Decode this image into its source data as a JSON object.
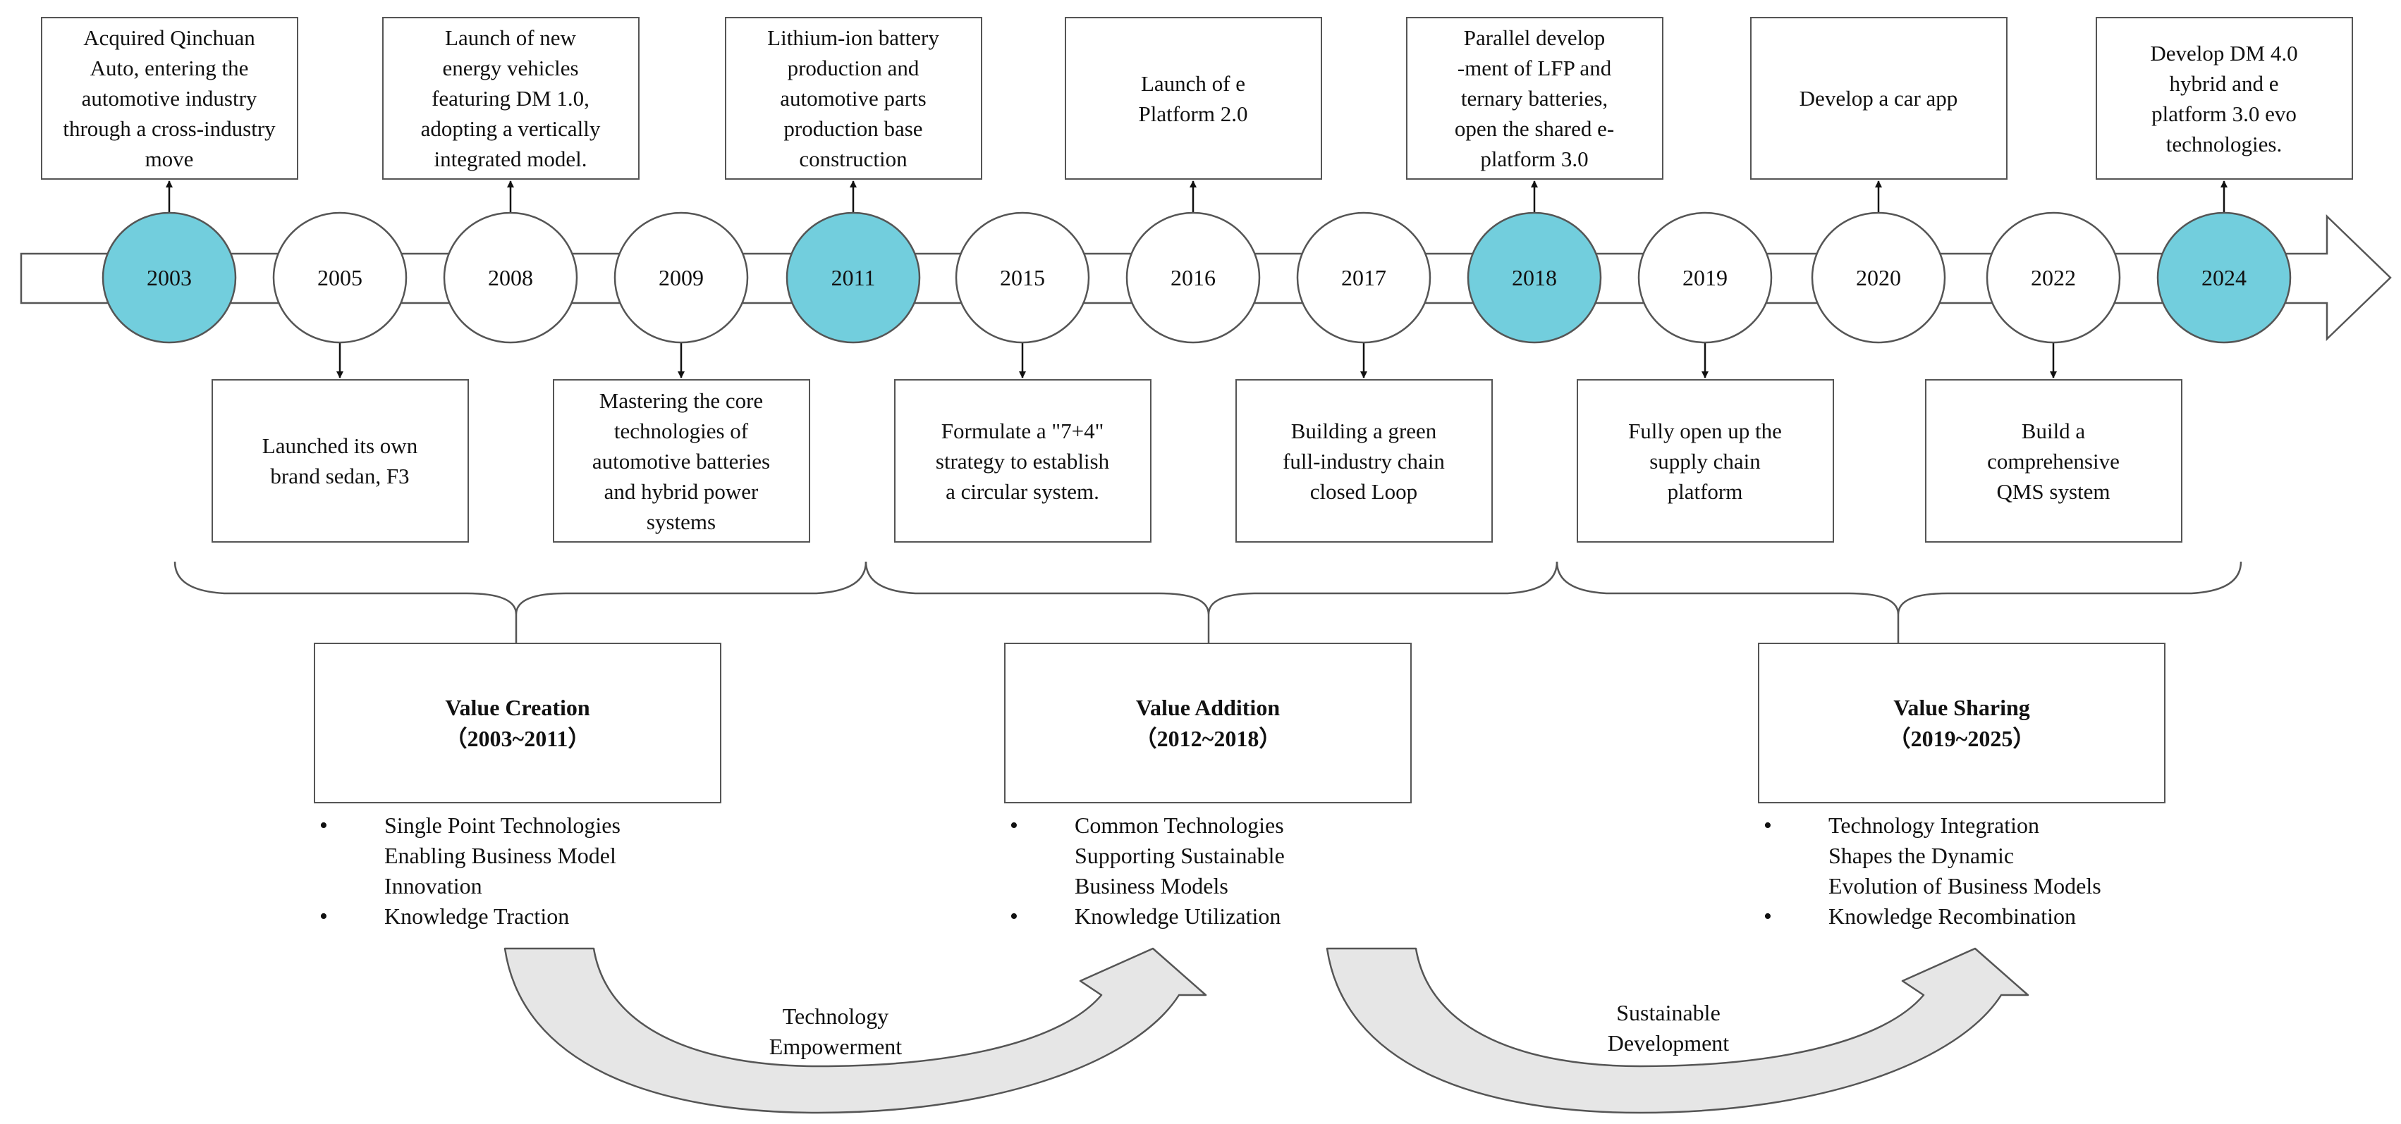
{
  "timeline": {
    "years": [
      {
        "year": "2003",
        "highlight": true
      },
      {
        "year": "2005",
        "highlight": false
      },
      {
        "year": "2008",
        "highlight": false
      },
      {
        "year": "2009",
        "highlight": false
      },
      {
        "year": "2011",
        "highlight": true
      },
      {
        "year": "2015",
        "highlight": false
      },
      {
        "year": "2016",
        "highlight": false
      },
      {
        "year": "2017",
        "highlight": false
      },
      {
        "year": "2018",
        "highlight": true
      },
      {
        "year": "2019",
        "highlight": false
      },
      {
        "year": "2020",
        "highlight": false
      },
      {
        "year": "2022",
        "highlight": false
      },
      {
        "year": "2024",
        "highlight": true
      }
    ],
    "events": [
      {
        "year": "2003",
        "position": "above",
        "text": "Acquired Qinchuan\nAuto, entering the\nautomotive industry\nthrough a cross-industry\nmove"
      },
      {
        "year": "2005",
        "position": "below",
        "text": "Launched its own\nbrand sedan, F3"
      },
      {
        "year": "2008",
        "position": "above",
        "text": "Launch of new\nenergy vehicles\nfeaturing DM 1.0,\nadopting a vertically\nintegrated model."
      },
      {
        "year": "2009",
        "position": "below",
        "text": "Mastering the core\ntechnologies of\nautomotive batteries\nand hybrid power\nsystems"
      },
      {
        "year": "2011",
        "position": "above",
        "text": "Lithium-ion battery\nproduction and\nautomotive parts\nproduction base\nconstruction"
      },
      {
        "year": "2015",
        "position": "below",
        "text": "Formulate a \"7+4\"\nstrategy to establish\na circular system."
      },
      {
        "year": "2016",
        "position": "above",
        "text": "Launch of e\nPlatform 2.0"
      },
      {
        "year": "2017",
        "position": "below",
        "text": "Building a green\nfull-industry chain\nclosed Loop"
      },
      {
        "year": "2018",
        "position": "above",
        "text": "Parallel develop\n-ment of LFP and\nternary batteries,\nopen the shared e-\nplatform 3.0"
      },
      {
        "year": "2019",
        "position": "below",
        "text": "Fully open up the\nsupply chain\nplatform"
      },
      {
        "year": "2020",
        "position": "above",
        "text": "Develop a car app"
      },
      {
        "year": "2022",
        "position": "below",
        "text": "Build a\ncomprehensive\nQMS system"
      },
      {
        "year": "2024",
        "position": "above",
        "text": "Develop DM 4.0\nhybrid and e\nplatform 3.0 evo\ntechnologies."
      }
    ]
  },
  "stages": [
    {
      "title": "Value Creation",
      "period": "（2003~2011）",
      "bullets": [
        "Single Point Technologies\nEnabling Business Model\nInnovation",
        "Knowledge Traction"
      ]
    },
    {
      "title": "Value Addition",
      "period": "（2012~2018）",
      "bullets": [
        "Common Technologies\nSupporting Sustainable\nBusiness Models",
        "Knowledge Utilization"
      ]
    },
    {
      "title": "Value Sharing",
      "period": "（2019~2025）",
      "bullets": [
        "Technology Integration\nShapes the Dynamic\nEvolution of Business Models",
        "Knowledge Recombination"
      ]
    }
  ],
  "transitions": [
    {
      "label": "Technology\nEmpowerment"
    },
    {
      "label": "Sustainable\nDevelopment"
    }
  ],
  "colors": {
    "highlight_fill": "#72CEDD",
    "node_fill": "#FFFFFF",
    "line": "#555555",
    "curved_arrow_fill": "#E6E6E6"
  }
}
